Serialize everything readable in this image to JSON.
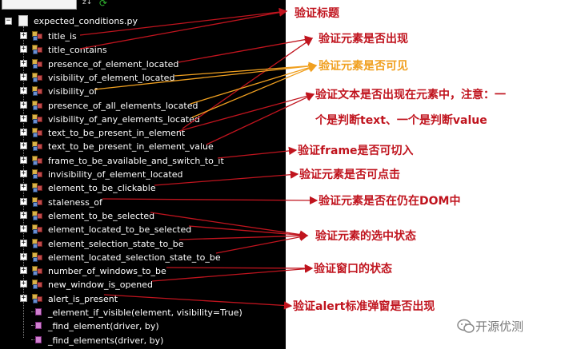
{
  "file_name": "expected_conditions.py",
  "tree_items": [
    "title_is",
    "title_contains",
    "presence_of_element_located",
    "visibility_of_element_located",
    "visibility_of",
    "presence_of_all_elements_located",
    "visibility_of_any_elements_located",
    "text_to_be_present_in_element",
    "text_to_be_present_in_element_value",
    "frame_to_be_available_and_switch_to_it",
    "invisibility_of_element_located",
    "element_to_be_clickable",
    "staleness_of",
    "element_to_be_selected",
    "element_located_to_be_selected",
    "element_selection_state_to_be",
    "element_located_selection_state_to_be",
    "number_of_windows_to_be",
    "new_window_is_opened",
    "alert_is_present"
  ],
  "functions": [
    "_element_if_visible(element, visibility=True)",
    "_find_element(driver, by)",
    "_find_elements(driver, by)"
  ],
  "annotations": [
    {
      "text": "验证标题",
      "color": "#c0141e"
    },
    {
      "text": "验证元素是否出现",
      "color": "#c0141e"
    },
    {
      "text": "验证元素是否可见",
      "color": "#f0a020"
    },
    {
      "text": "验证文本是否出现在元素中，注意：一",
      "color": "#c0141e"
    },
    {
      "text": "个是判断text、一个是判断value",
      "color": "#c0141e"
    },
    {
      "text": "验证frame是否可切入",
      "color": "#c0141e"
    },
    {
      "text": "验证元素是否可点击",
      "color": "#c0141e"
    },
    {
      "text": "验证元素是否在仍在DOM中",
      "color": "#c0141e"
    },
    {
      "text": "验证元素的选中状态",
      "color": "#c0141e"
    },
    {
      "text": "验证窗口的状态",
      "color": "#c0141e"
    },
    {
      "text": "验证alert标准弹窗是否出现",
      "color": "#c0141e"
    }
  ],
  "watermark": "开源优测",
  "icons": {
    "sort": "az-sort-icon",
    "refresh": "refresh-icon",
    "file": "python-file-icon",
    "class": "class-icon",
    "function": "function-icon"
  }
}
